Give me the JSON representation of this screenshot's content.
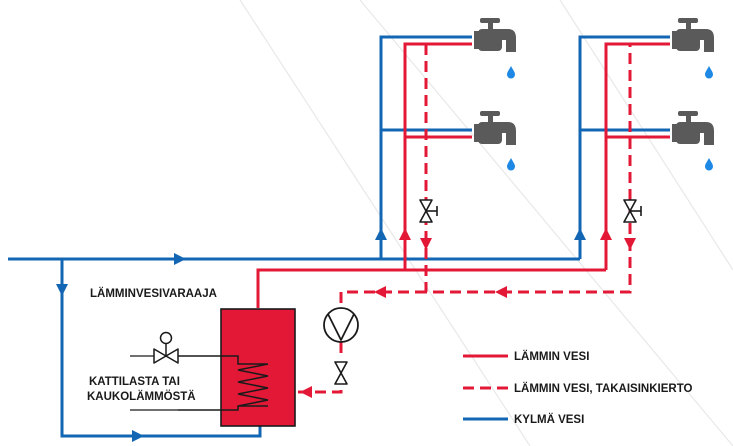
{
  "labels": {
    "tank": "LÄMMINVESIVARAAJA",
    "source_line1": "KATTILASTA TAI",
    "source_line2": "KAUKOLÄMMÖSTÄ"
  },
  "legend": [
    {
      "label": "LÄMMIN VESI",
      "style": "solid",
      "color": "#e31837"
    },
    {
      "label": "LÄMMIN VESI, TAKAISINKIERTO",
      "style": "dashed",
      "color": "#e31837"
    },
    {
      "label": "KYLMÄ VESI",
      "style": "solid",
      "color": "#1366b3"
    }
  ],
  "colors": {
    "hot": "#e31837",
    "cold": "#1366b3",
    "tank_fill": "#e31837",
    "faucet": "#5a5a5a",
    "drop": "#1e88e5",
    "text": "#1a1a1a",
    "watermark": "#d6d6d6"
  },
  "icons": [
    "faucet-icon",
    "water-drop-icon",
    "valve-icon",
    "pump-icon",
    "arrow-icon",
    "heat-coil-icon"
  ]
}
